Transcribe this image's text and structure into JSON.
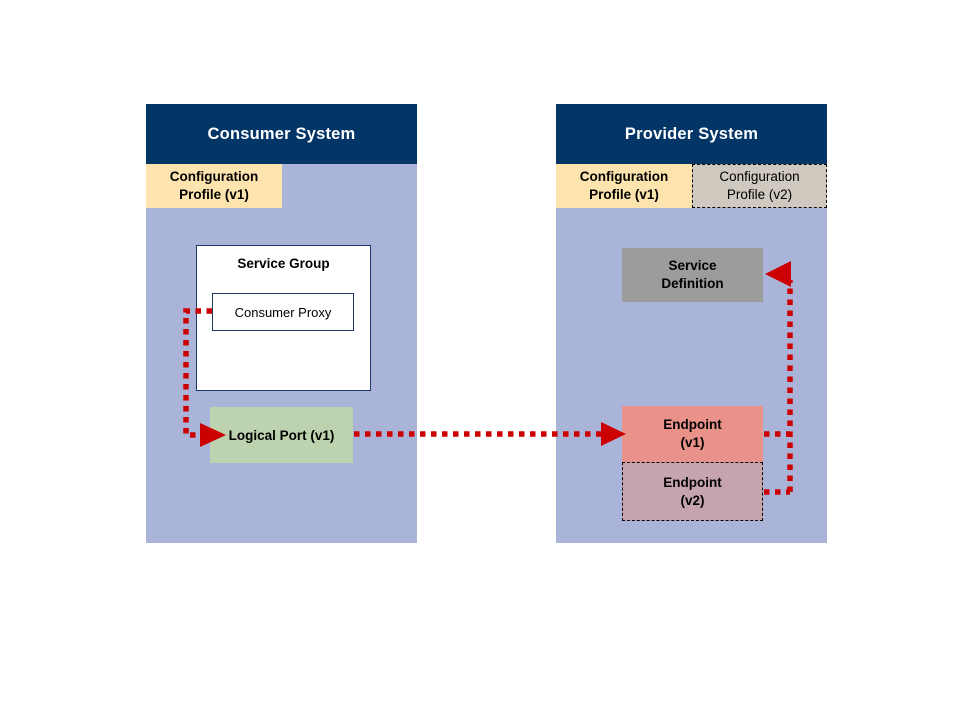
{
  "diagram": {
    "title": "Consumer System / Provider System configuration profile versioning",
    "accent_colors": {
      "panel_header": "#033567",
      "panel_body": "#aab4d8",
      "config_v1": "#fde3ad",
      "config_v2": "#cfc9c0",
      "logical_port": "#bdd2ae",
      "service_definition": "#9c9c9c",
      "endpoint_v1": "#e8928a",
      "endpoint_v2": "#c6a4ae",
      "connector": "#cc0000",
      "box_border": "#1f3864"
    }
  },
  "consumer_system": {
    "header": "Consumer System",
    "config_profile_v1": "Configuration\nProfile (v1)",
    "config_profile_v1_line1": "Configuration",
    "config_profile_v1_line2": "Profile (v1)",
    "service_group": "Service Group",
    "consumer_proxy": "Consumer Proxy",
    "logical_port": "Logical Port (v1)"
  },
  "provider_system": {
    "header": "Provider System",
    "config_profile_v1_line1": "Configuration",
    "config_profile_v1_line2": "Profile (v1)",
    "config_profile_v2_line1": "Configuration",
    "config_profile_v2_line2": "Profile (v2)",
    "service_definition_line1": "Service",
    "service_definition_line2": "Definition",
    "endpoint_v1_line1": "Endpoint",
    "endpoint_v1_line2": "(v1)",
    "endpoint_v2_line1": "Endpoint",
    "endpoint_v2_line2": "(v2)"
  },
  "connectors": [
    {
      "name": "consumer-proxy-to-logical-port",
      "from": "Consumer Proxy",
      "to": "Logical Port (v1)",
      "style": "dotted",
      "color": "#cc0000"
    },
    {
      "name": "logical-port-to-endpoint-v1",
      "from": "Logical Port (v1)",
      "to": "Endpoint (v1)",
      "style": "dotted",
      "color": "#cc0000"
    },
    {
      "name": "endpoints-to-service-definition",
      "from": "Endpoint (v1) / Endpoint (v2)",
      "to": "Service Definition",
      "style": "dotted",
      "color": "#cc0000"
    }
  ]
}
